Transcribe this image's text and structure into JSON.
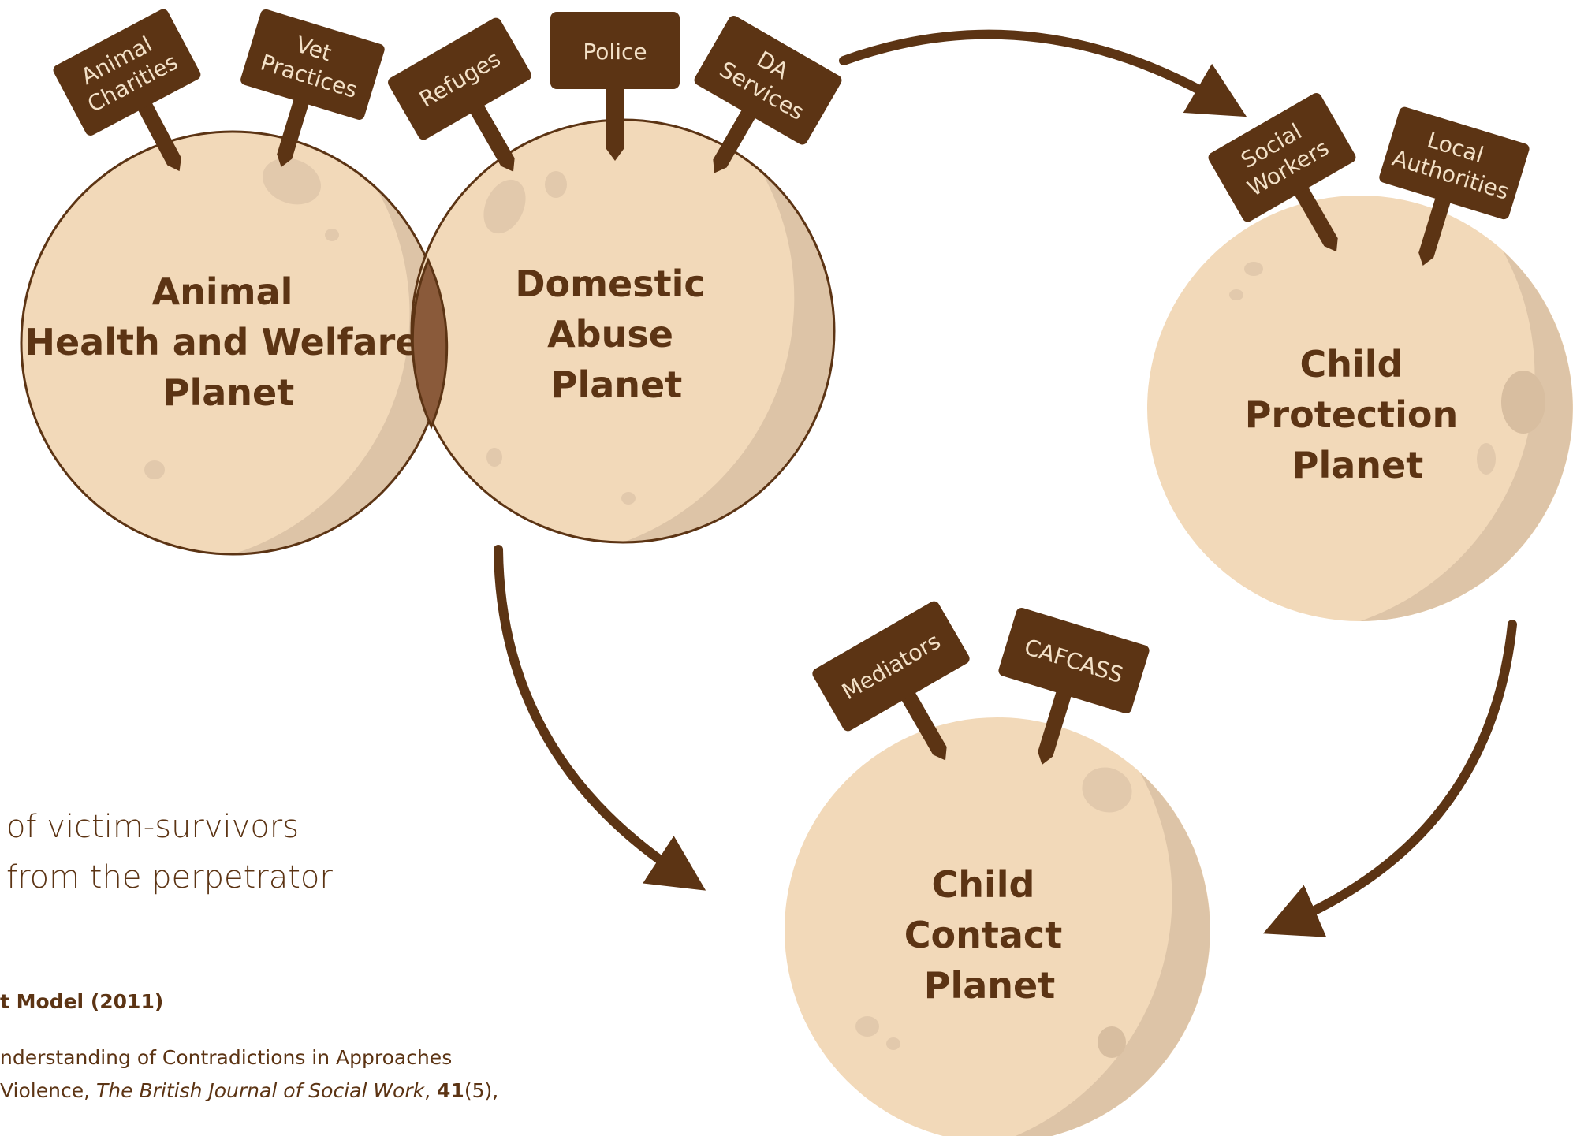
{
  "colors": {
    "planet_fill": "#f2d9b9",
    "planet_shadow": "#ddc4a7",
    "crater": "#e2c9ac",
    "outline": "#5c3414",
    "sign": "#5c3414",
    "sign_text": "#f3e1c8",
    "overlap": "#8a5a3a",
    "arrow": "#5c3414"
  },
  "planets": {
    "animal": {
      "title_lines": [
        "Animal",
        "Health and Welfare",
        "Planet"
      ]
    },
    "domestic": {
      "title_lines": [
        "Domestic",
        "Abuse",
        "Planet"
      ]
    },
    "protection": {
      "title_lines": [
        "Child",
        "Protection",
        "Planet"
      ]
    },
    "contact": {
      "title_lines": [
        "Child",
        "Contact",
        "Planet"
      ]
    }
  },
  "signs": {
    "animal_charities": {
      "lines": [
        "Animal",
        "Charities"
      ]
    },
    "vet_practices": {
      "lines": [
        "Vet",
        "Practices"
      ]
    },
    "refuges": {
      "lines": [
        "Refuges"
      ]
    },
    "police": {
      "lines": [
        "Police"
      ]
    },
    "da_services": {
      "lines": [
        "DA",
        "Services"
      ]
    },
    "social_workers": {
      "lines": [
        "Social",
        "Workers"
      ]
    },
    "local_authorities": {
      "lines": [
        "Local",
        "Authorities"
      ]
    },
    "mediators": {
      "lines": [
        "Mediators"
      ]
    },
    "cafcass": {
      "lines": [
        "CAFCASS"
      ]
    }
  },
  "caption": {
    "line1": "of victim-survivors",
    "line2": "from the perpetrator"
  },
  "reference": {
    "model": "t Model (2011)",
    "line1": "nderstanding of Contradictions in Approaches",
    "line2_pre": " Violence, ",
    "journal": "The British Journal of Social Work",
    "line2_mid": ", ",
    "volume": "41",
    "line2_post": "(5),"
  }
}
